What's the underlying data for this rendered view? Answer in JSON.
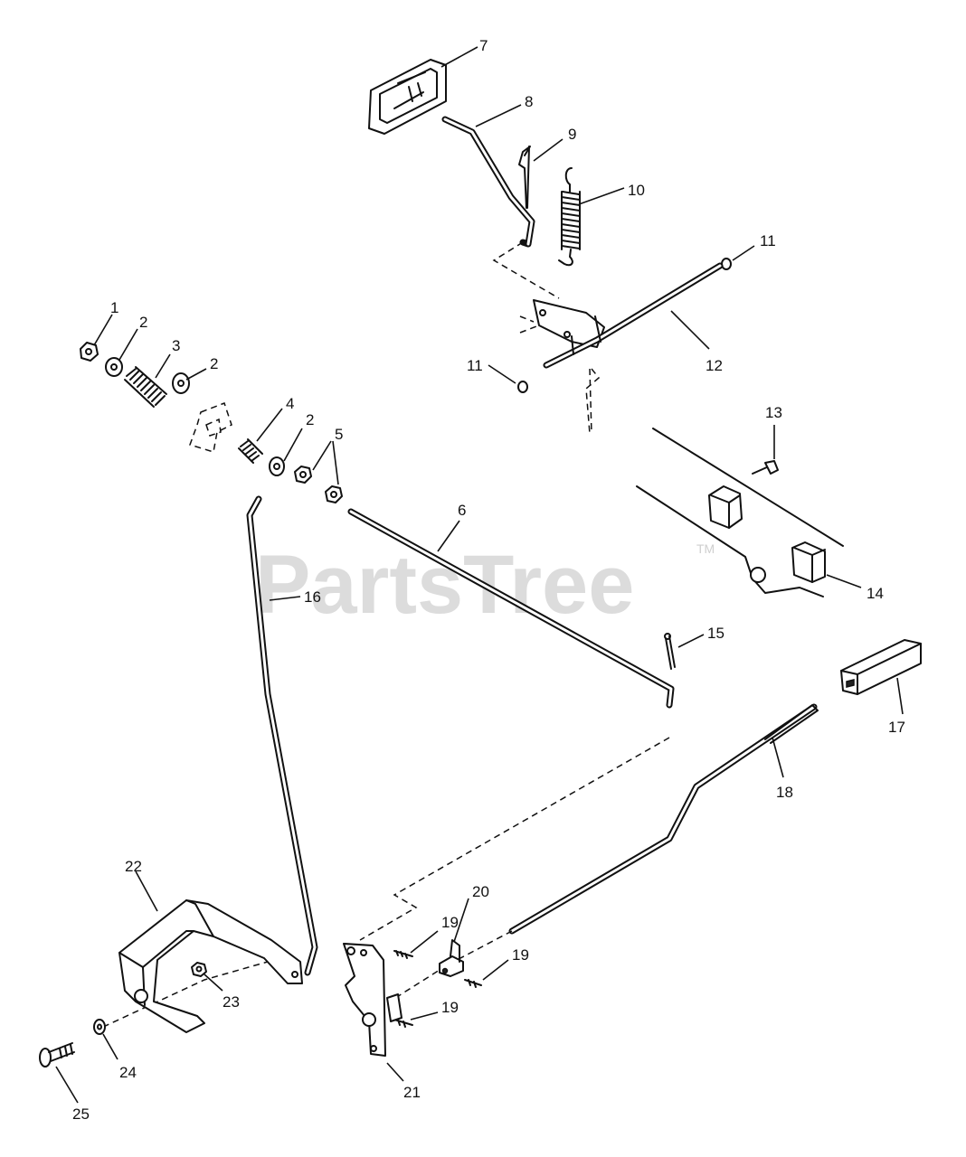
{
  "watermark": {
    "text": "PartsTree",
    "tm": "TM"
  },
  "labels": {
    "l1": "1",
    "l2a": "2",
    "l2b": "2",
    "l2c": "2",
    "l3": "3",
    "l4": "4",
    "l5": "5",
    "l6": "6",
    "l7": "7",
    "l8": "8",
    "l9": "9",
    "l10": "10",
    "l11a": "11",
    "l11b": "11",
    "l12": "12",
    "l13": "13",
    "l14": "14",
    "l15": "15",
    "l16": "16",
    "l17": "17",
    "l18": "18",
    "l19a": "19",
    "l19b": "19",
    "l19c": "19",
    "l20": "20",
    "l21": "21",
    "l22": "22",
    "l23": "23",
    "l24": "24",
    "l25": "25"
  }
}
